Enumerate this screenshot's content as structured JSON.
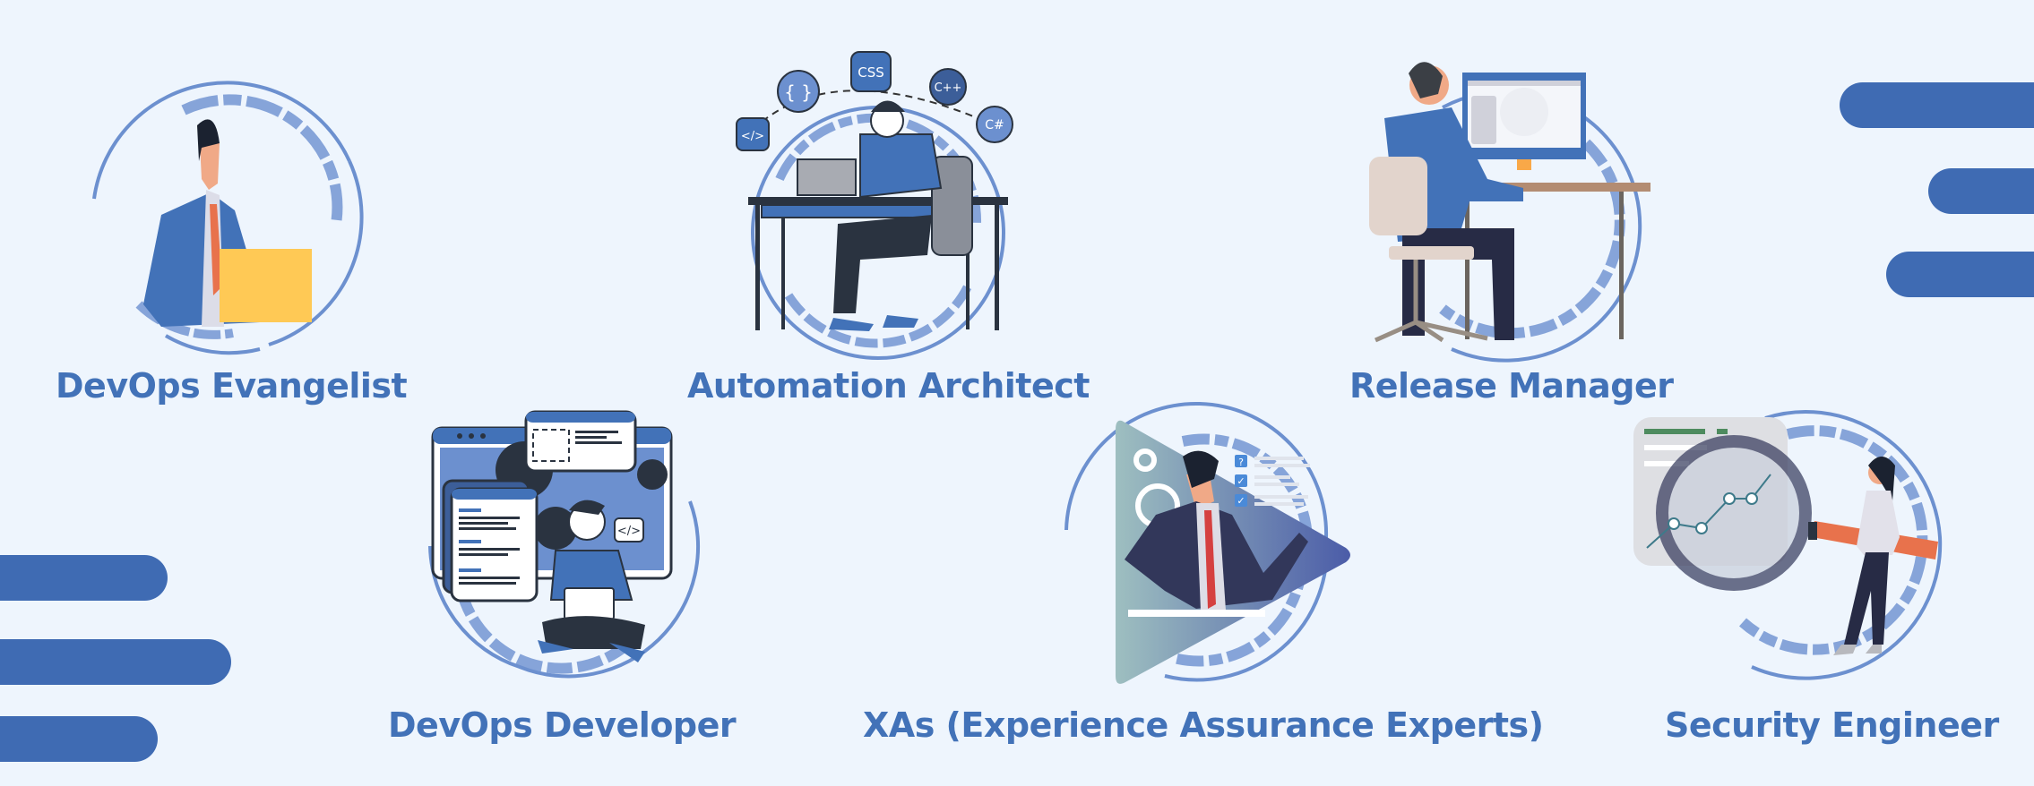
{
  "theme": {
    "background": "#EEF5FD",
    "accent": "#3F6BB3",
    "label_color": "#4272B8",
    "ring_color": "#6C90CF"
  },
  "roles": [
    {
      "id": "devops-evangelist",
      "label": "DevOps Evangelist",
      "illustration": "man-in-suit-holding-folder"
    },
    {
      "id": "automation-architect",
      "label": "Automation Architect",
      "illustration": "developer-at-desk-with-laptop",
      "badges": [
        "</>",
        "{ }",
        "CSS",
        "C++",
        "C#"
      ]
    },
    {
      "id": "release-manager",
      "label": "Release Manager",
      "illustration": "man-at-desktop-monitor"
    },
    {
      "id": "devops-developer",
      "label": "DevOps Developer",
      "illustration": "developer-cross-legged-with-laptop-and-windows",
      "code_badge": "</>"
    },
    {
      "id": "xas",
      "label": "XAs (Experience Assurance Experts)",
      "illustration": "presenter-with-checklist-and-gears",
      "checklist": [
        "?",
        "✓",
        "✓"
      ]
    },
    {
      "id": "security-engineer",
      "label": "Security Engineer",
      "illustration": "woman-with-magnifying-glass-over-chart"
    }
  ],
  "decorations": {
    "right_bars": 3,
    "left_bars": 3
  }
}
